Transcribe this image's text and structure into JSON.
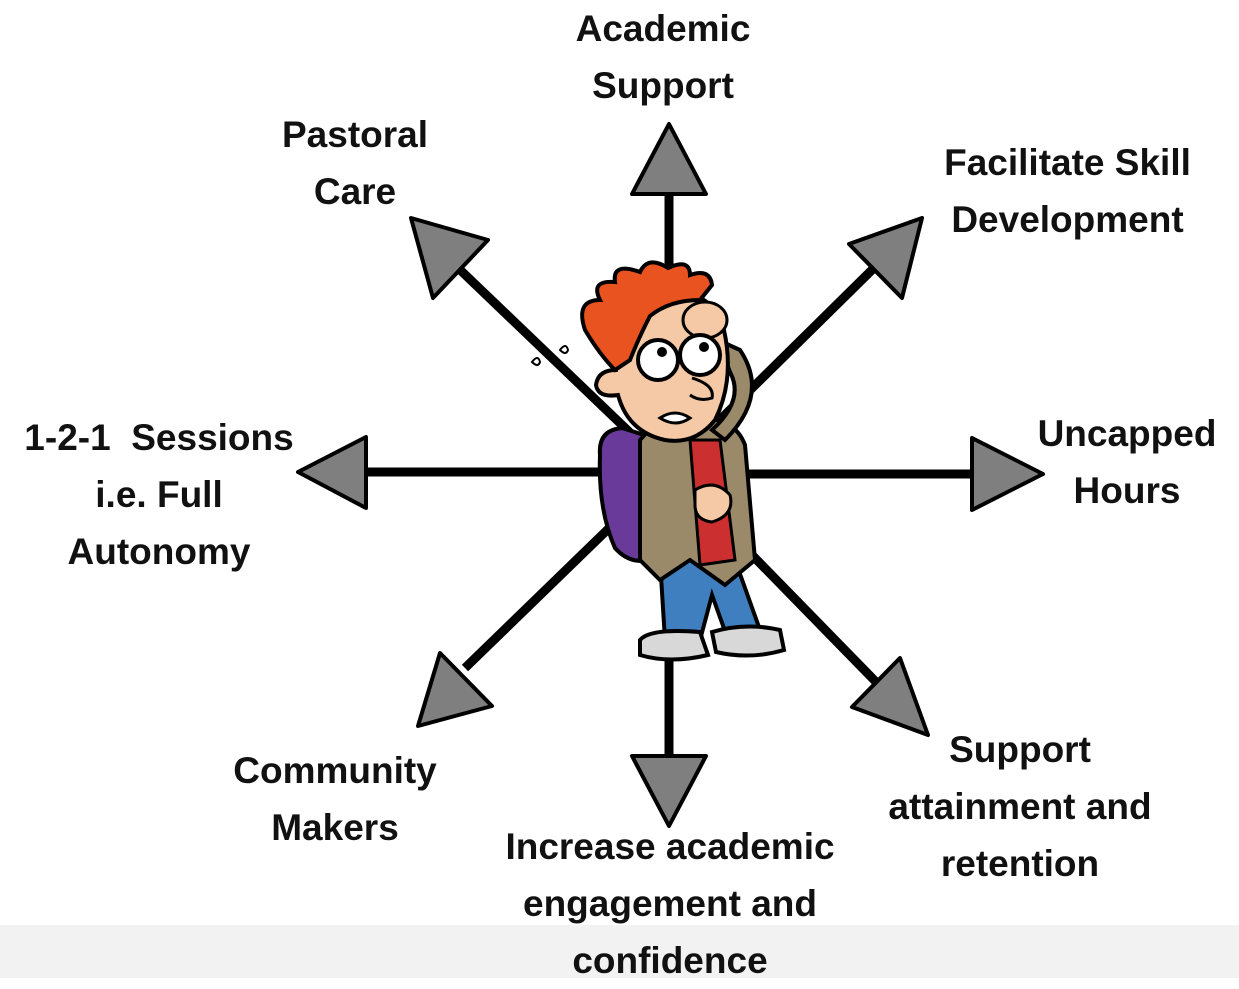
{
  "diagram": {
    "labels": {
      "academic_support": [
        "Academic",
        "Support"
      ],
      "pastoral_care": [
        "Pastoral",
        "Care"
      ],
      "skill_development": [
        "Facilitate Skill",
        "Development"
      ],
      "sessions": [
        "1-2-1  Sessions",
        "i.e. Full",
        "Autonomy"
      ],
      "uncapped_hours": [
        "Uncapped",
        "Hours"
      ],
      "community_makers": [
        "Community",
        "Makers"
      ],
      "attainment": [
        "Support",
        "attainment and",
        "retention"
      ],
      "engagement": [
        "Increase academic",
        "engagement and",
        "confidence"
      ]
    },
    "colors": {
      "arrow_line": "#000000",
      "arrow_head_fill": "#7f7f7f",
      "text": "#111111",
      "bottom_band": "#f2f2f2",
      "hair": "#e8531f",
      "backpack": "#6a3a9a",
      "jacket": "#9a8a6a",
      "shirt": "#cc2f2f",
      "jeans": "#3f7fbf",
      "skin": "#f5c9a6"
    },
    "center_figure": "worried-student-cartoon"
  }
}
